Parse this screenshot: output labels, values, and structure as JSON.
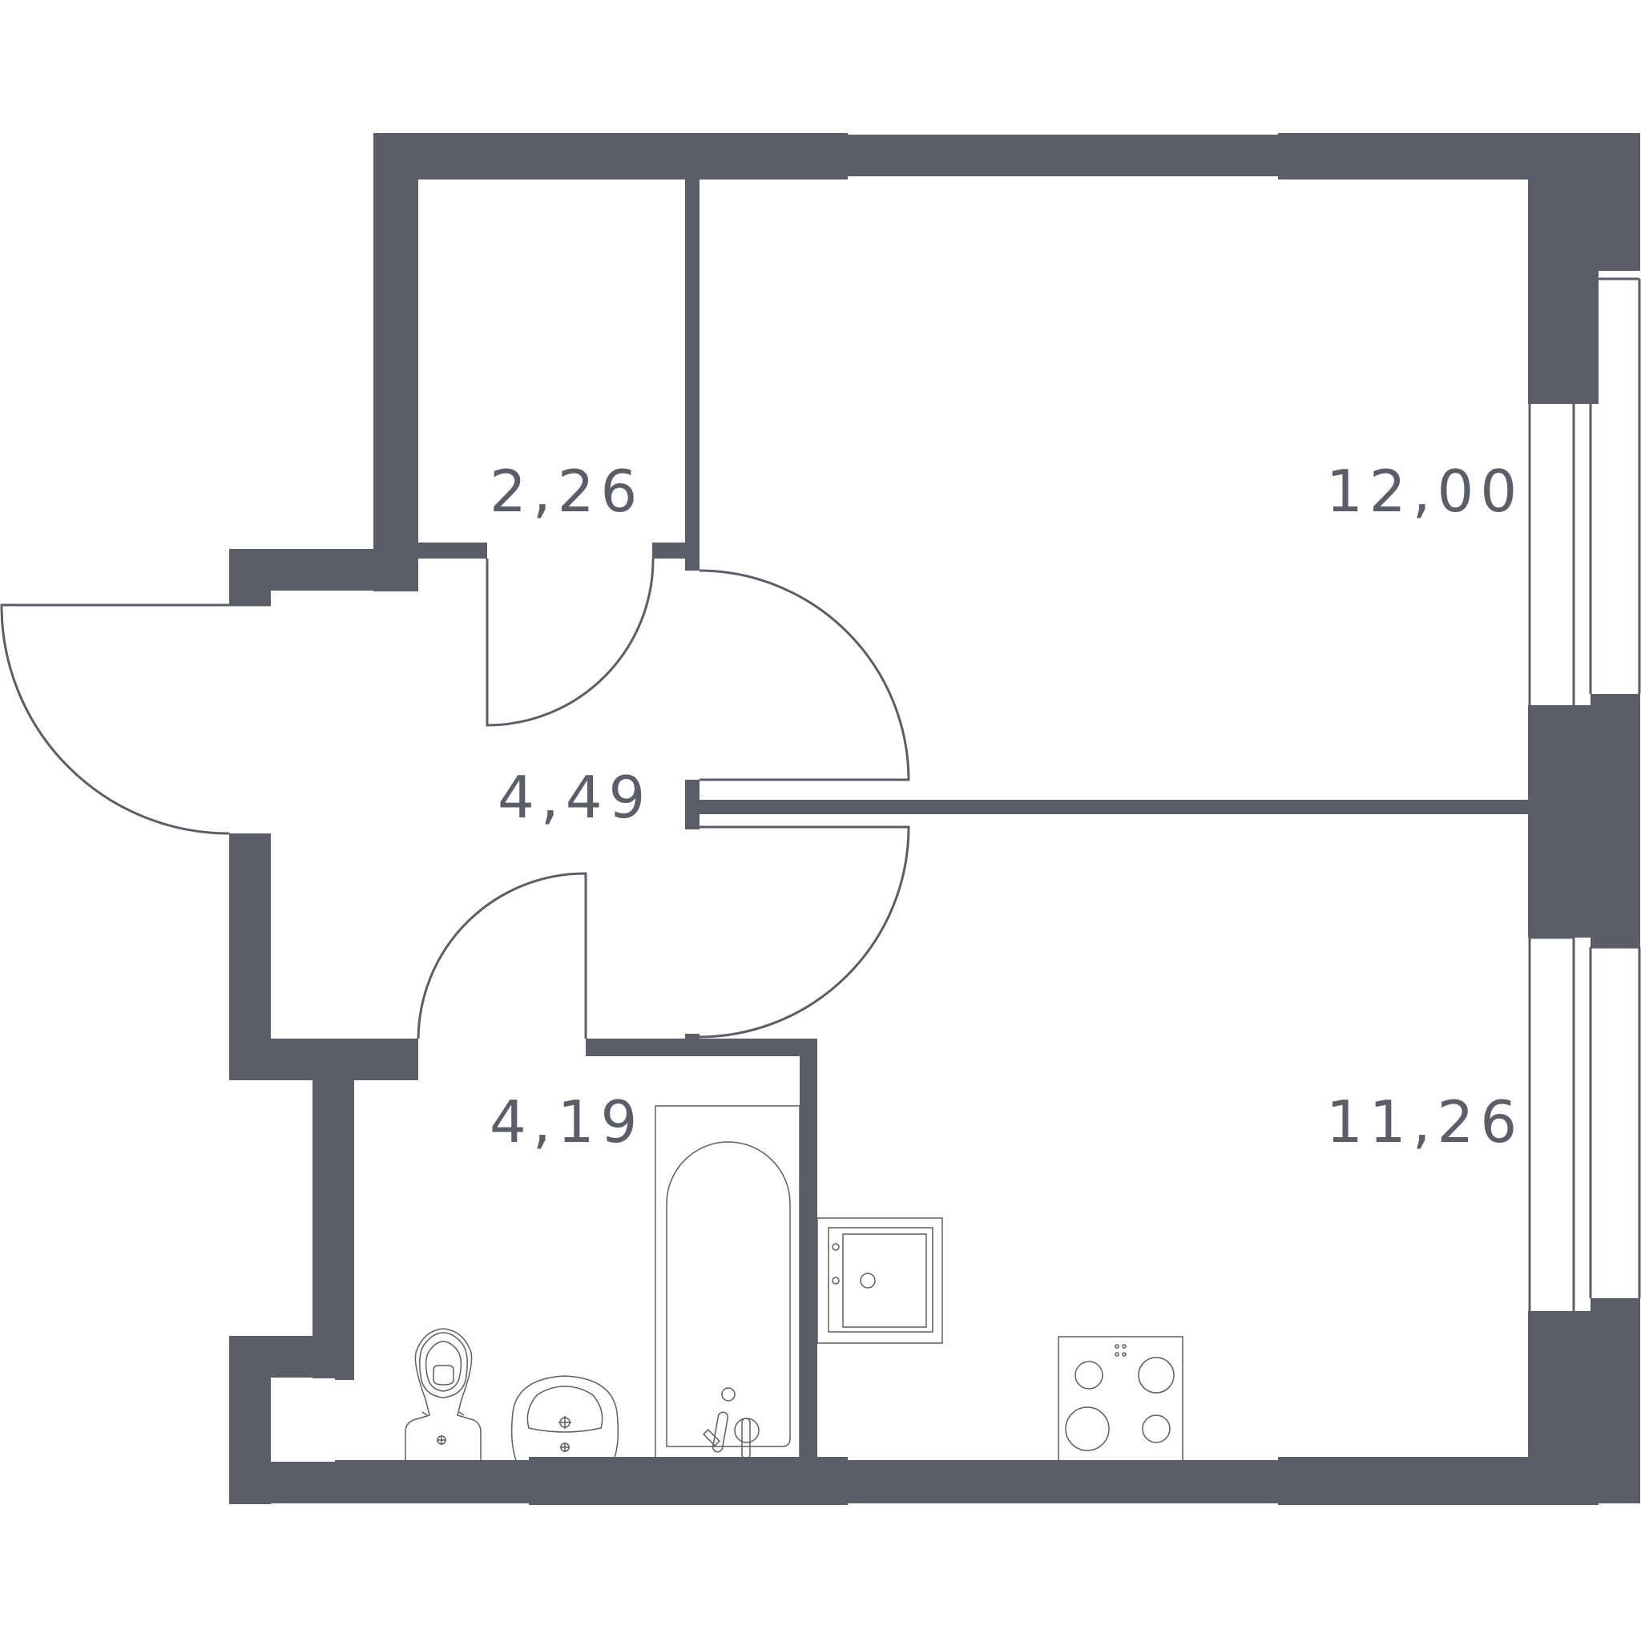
{
  "plan": {
    "wall_color": "#5b5e66",
    "line_color": "#5b5e66",
    "background_color": "#ffffff",
    "rooms": [
      {
        "id": "storage",
        "area": "2,26"
      },
      {
        "id": "hallway",
        "area": "4,49"
      },
      {
        "id": "bathroom",
        "area": "4,19"
      },
      {
        "id": "bedroom",
        "area": "12,00"
      },
      {
        "id": "kitchen",
        "area": "11,26"
      }
    ]
  }
}
